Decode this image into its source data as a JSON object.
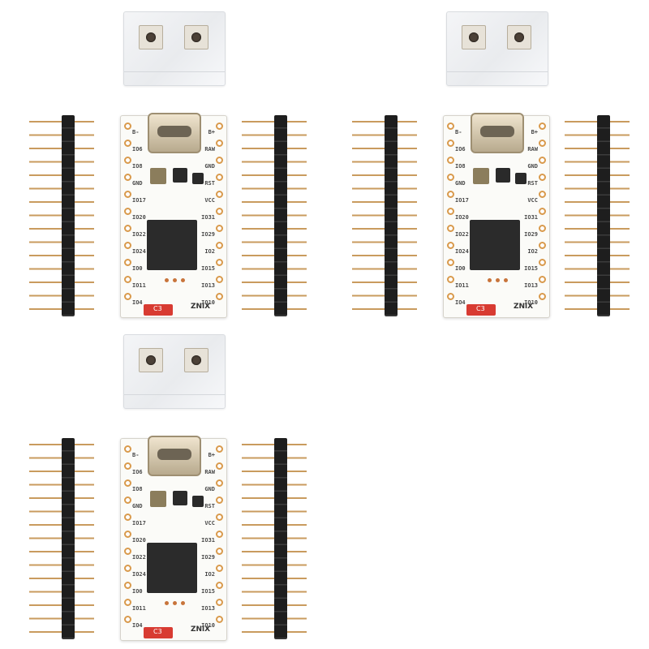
{
  "boards": [
    {
      "id": "kit-top-left"
    },
    {
      "id": "kit-top-right"
    },
    {
      "id": "kit-bottom-left"
    }
  ],
  "silkscreen": {
    "left_pins": [
      "B-",
      "IO6",
      "IO8",
      "GND",
      "IO17",
      "IO20",
      "IO22",
      "IO24",
      "IO0",
      "IO11",
      "IO4"
    ],
    "right_pins": [
      "B+",
      "RAW",
      "GND",
      "RST",
      "VCC",
      "IO31",
      "IO29",
      "IO2",
      "IO15",
      "IO13",
      "IO10"
    ],
    "led_label": "C3",
    "logo": "ZNiX"
  },
  "colors": {
    "pcb": "#fbfbf8",
    "pad_ring": "#d99a4c",
    "header_plastic": "#1e1e1e",
    "pin_gold": "#c99b5e",
    "led_red": "#d83b32"
  }
}
